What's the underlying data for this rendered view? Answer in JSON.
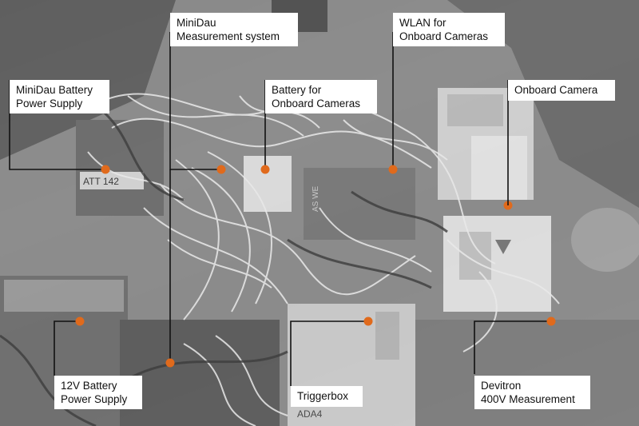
{
  "labels": {
    "minidau_measurement": "MiniDau\nMeasurement system",
    "wlan": "WLAN for\nOnboard Cameras",
    "minidau_battery": "MiniDau Battery\nPower Supply",
    "battery_cameras": "Battery for\nOnboard Cameras",
    "onboard_camera": "Onboard Camera",
    "battery_12v": "12V Battery\nPower Supply",
    "triggerbox": "Triggerbox",
    "devitron": "Devitron\n400V Measurement"
  },
  "device_markings": {
    "att": "ATT 142",
    "ada": "ADA4"
  },
  "colors": {
    "marker": "#e06a1c",
    "label_bg": "#ffffff",
    "leader": "#111111"
  }
}
